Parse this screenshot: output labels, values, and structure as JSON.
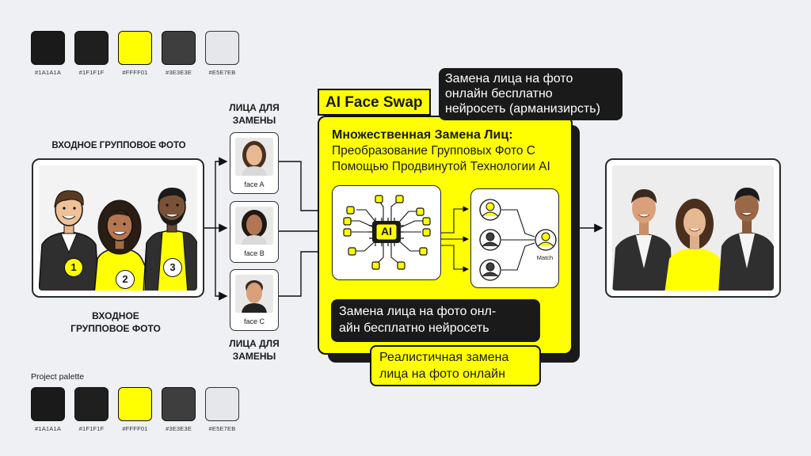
{
  "palette_top": [
    {
      "hex": "#1A1A1A",
      "color": "#1a1a1a"
    },
    {
      "hex": "#1F1F1F",
      "color": "#1f1f1f"
    },
    {
      "hex": "#FFFF01",
      "color": "#ffff01"
    },
    {
      "hex": "#3E3E3E",
      "color": "#3e3e3e"
    },
    {
      "hex": "#E5E7EB",
      "color": "#e5e7eb"
    }
  ],
  "palette_bottom": {
    "title": "Project palette",
    "swatches": [
      {
        "hex": "#1A1A1A",
        "color": "#1a1a1a"
      },
      {
        "hex": "#1F1F1F",
        "color": "#1f1f1f"
      },
      {
        "hex": "#FFFF01",
        "color": "#ffff01"
      },
      {
        "hex": "#3E3E3E",
        "color": "#3e3e3e"
      },
      {
        "hex": "#E5E7EB",
        "color": "#e5e7eb"
      }
    ]
  },
  "input": {
    "label_top": "ВХОДНОЕ ГРУППОВОЕ ФОТО",
    "label_bottom_1": "ВХОДНОЕ",
    "label_bottom_2": "ГРУППОВОЕ ФОТО",
    "badges": [
      "1",
      "2",
      "3"
    ]
  },
  "faces": {
    "label_top_1": "ЛИЦА ДЛЯ",
    "label_top_2": "ЗАМЕНЫ",
    "label_bottom_1": "ЛИЦА ДЛЯ",
    "label_bottom_2": "ЗАМЕНЫ",
    "items": [
      {
        "label": "face A"
      },
      {
        "label": "face B"
      },
      {
        "label": "face C"
      }
    ]
  },
  "header": {
    "tag": "AI Face Swap",
    "callout_lines": [
      "Замена лица на фото",
      "онлайн бесплатно",
      "нейросеть (арманизирсть)"
    ]
  },
  "panel": {
    "title": "Множественная Замена Лиц:",
    "subtitle_lines": [
      "Преобразование Групповых Фото С",
      "Помощью Продвинутой Технологии AI"
    ],
    "chip_label": "AI",
    "match_label": "Match",
    "callout_lines": [
      "Замена лица на фото онл-",
      "айн бесплатно нейросеть"
    ],
    "footer_lines": [
      "Реалистичная замена",
      "лица на фото онлайн"
    ]
  },
  "colors": {
    "accent": "#FFFF01",
    "dark": "#1A1A1A",
    "light": "#E5E7EB"
  }
}
